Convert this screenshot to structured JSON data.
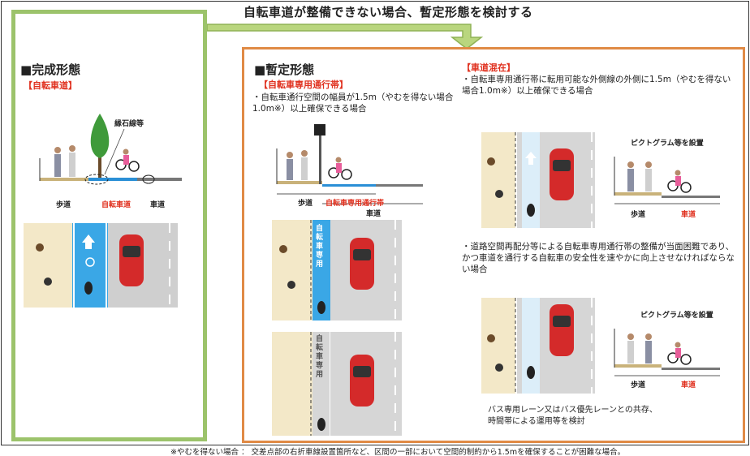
{
  "title": "自転車道が整備できない場合、暫定形態を検討する",
  "left": {
    "heading": "■完成形態",
    "subheading": "【自転車道】",
    "labels": {
      "curb": "縁石線等",
      "sidewalk": "歩道",
      "bikeway": "自転車道",
      "roadway": "車道"
    }
  },
  "provisional": {
    "heading": "■暫定形態",
    "subheading": "【自転車専用通行帯】",
    "note": "・自転車通行空間の幅員が1.5m（やむを得ない場合1.0m※）以上確保できる場合",
    "labels": {
      "sidewalk": "歩道",
      "lane": "自転車専用通行帯",
      "roadway": "車道"
    },
    "lane_marking": "自転車専用"
  },
  "mixed": {
    "heading": "【車道混在】",
    "note1": "・自転車専用通行帯に転用可能な外側線の外側に1.5m（やむを得ない場合1.0m※）以上確保できる場合",
    "pictogram1": "ピクトグラム等を設置",
    "labels1": {
      "sidewalk": "歩道",
      "roadway": "車道"
    },
    "note2": "・道路空間再配分等による自転車専用通行帯の整備が当面困難であり、かつ車道を通行する自転車の安全性を速やかに向上させなければならない場合",
    "pictogram2": "ピクトグラム等を設置",
    "labels2": {
      "sidewalk": "歩道",
      "roadway": "車道"
    },
    "bus_note": "バス専用レーン又はバス優先レーンとの共存、時間帯による運用等を検討"
  },
  "footnote": "※やむを得ない場合 ： 交差点部の右折車線設置箇所など、区間の一部において空間的制約から1.5mを確保することが困難な場合。"
}
